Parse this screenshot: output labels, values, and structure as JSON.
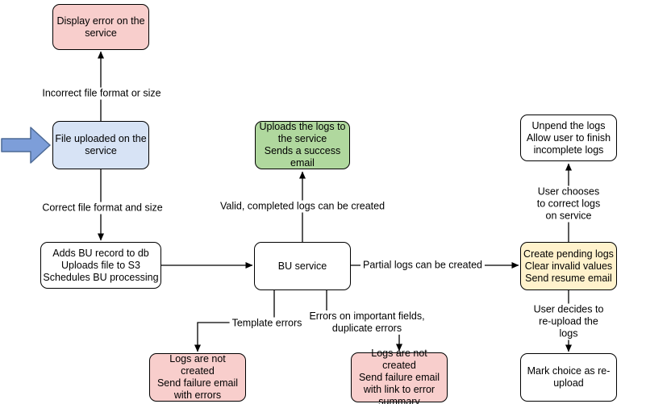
{
  "diagram": {
    "type": "flowchart",
    "background": "#ffffff",
    "stroke_color": "#000000",
    "colors": {
      "error_fill": "#f8cecc",
      "input_fill": "#d7e3f5",
      "success_fill": "#b0d89e",
      "pending_fill": "#fff2cc",
      "process_fill": "#ffffff",
      "entry_arrow_fill": "#7d9ed9",
      "entry_arrow_stroke": "#4d6a96"
    },
    "icons": {
      "entry_arrow": "thick-right-arrow-icon"
    },
    "nodes": {
      "display_error": {
        "label": "Display error on the\nservice",
        "fill": "#f8cecc"
      },
      "file_uploaded": {
        "label": "File uploaded on the\nservice",
        "fill": "#d7e3f5"
      },
      "process_upload": {
        "label": "Adds BU record to db\nUploads file to S3\nSchedules BU processing",
        "fill": "#ffffff"
      },
      "bu_service": {
        "label": "BU service",
        "fill": "#ffffff"
      },
      "success": {
        "label": "Uploads the logs to\nthe service\nSends a success\nemail",
        "fill": "#b0d89e"
      },
      "unpend": {
        "label": "Unpend the logs\nAllow user to finish\nincomplete logs",
        "fill": "#ffffff"
      },
      "create_pending": {
        "label": "Create pending logs\nClear invalid values\nSend resume email",
        "fill": "#fff2cc"
      },
      "mark_reupload": {
        "label": "Mark choice as re-\nupload",
        "fill": "#ffffff"
      },
      "fail_template": {
        "label": "Logs are not created\nSend failure email\nwith errors",
        "fill": "#f8cecc"
      },
      "fail_fields": {
        "label": "Logs are not created\nSend failure email\nwith link to error\nsummary",
        "fill": "#f8cecc"
      }
    },
    "edge_labels": {
      "incorrect_format": "Incorrect file format or size",
      "correct_format": "Correct file format and size",
      "valid_logs": "Valid, completed logs can be created",
      "partial_logs": "Partial logs can be created",
      "template_errors": "Template errors",
      "field_errors": "Errors on important fields,\nduplicate errors",
      "correct_on_service": "User chooses to correct logs on service",
      "reupload": "User decides to re-upload the logs"
    }
  }
}
